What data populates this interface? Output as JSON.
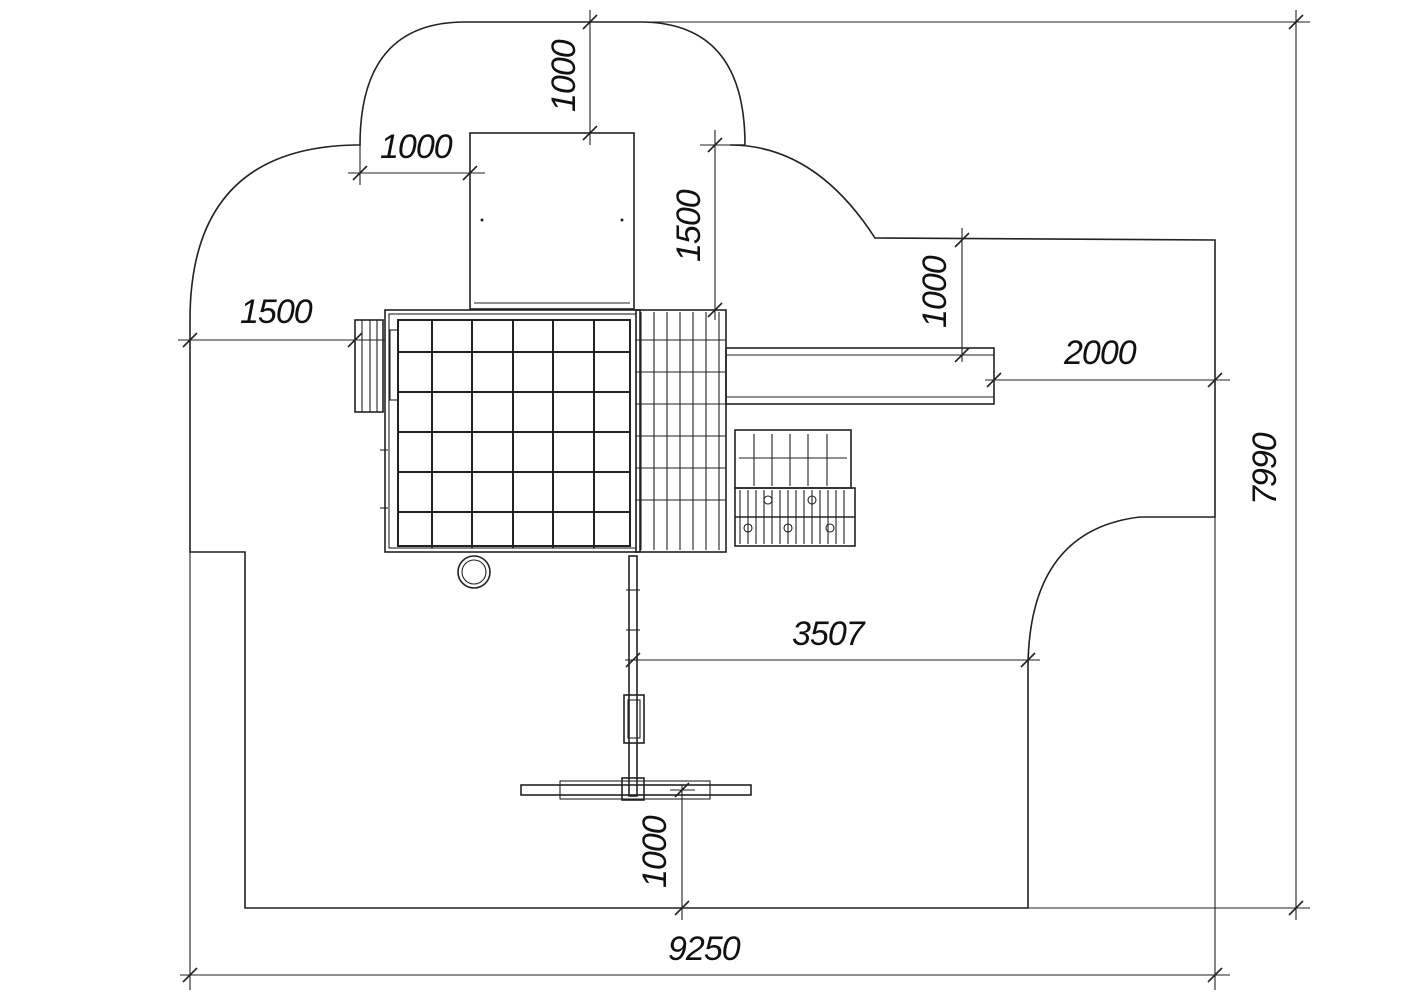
{
  "drawing": {
    "overall_width": "9250",
    "overall_height": "7990",
    "dim_west_clearance": "1500",
    "dim_north_gap": "1000",
    "dim_north_clearance": "1000",
    "dim_east_tower_clearance": "1500",
    "dim_slide_side_clearance": "1000",
    "dim_slide_end_clearance": "2000",
    "dim_beam_length": "3507",
    "dim_swing_clearance": "1000"
  }
}
